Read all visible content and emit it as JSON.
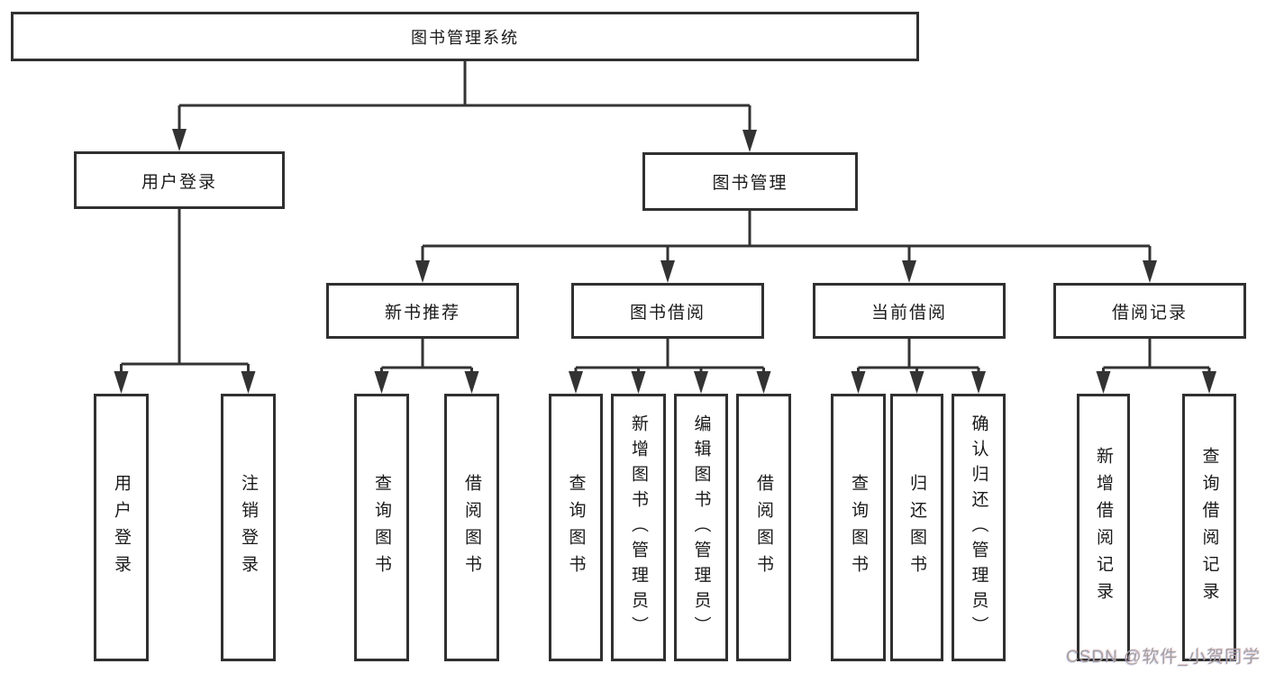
{
  "diagram": {
    "root": "图书管理系统",
    "level2": [
      "用户登录",
      "图书管理"
    ],
    "level3": [
      "新书推荐",
      "图书借阅",
      "当前借阅",
      "借阅记录"
    ],
    "leaves": [
      "用户登录",
      "注销登录",
      "查询图书",
      "借阅图书",
      "查询图书",
      "新增图书（管理员）",
      "编辑图书（管理员）",
      "借阅图书",
      "查询图书",
      "归还图书",
      "确认归还（管理员）",
      "新增借阅记录",
      "查询借阅记录"
    ],
    "watermark": "CSDN @软件_小贺同学",
    "colors": {
      "line": "#333333",
      "box_border": "#303030",
      "text": "#1a1a1a",
      "background": "#ffffff",
      "watermark": "#a2a2a2"
    }
  }
}
